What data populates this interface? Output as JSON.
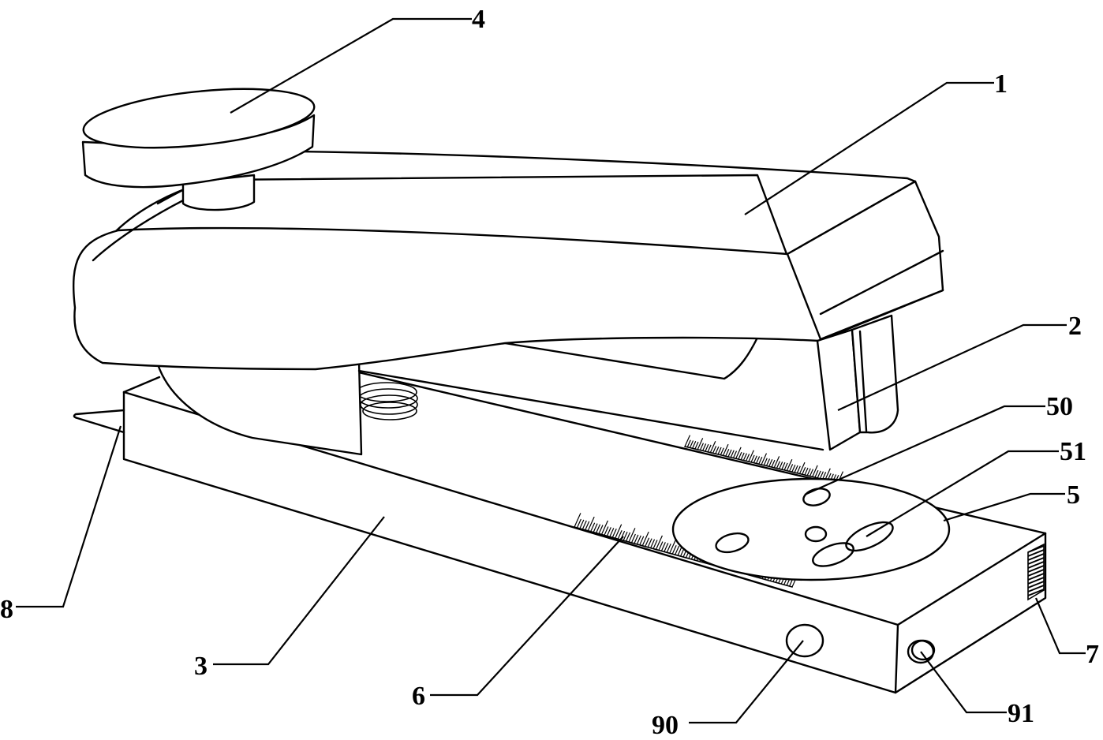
{
  "callouts": [
    {
      "id": "4",
      "text": "4"
    },
    {
      "id": "1",
      "text": "1"
    },
    {
      "id": "2",
      "text": "2"
    },
    {
      "id": "50",
      "text": "50"
    },
    {
      "id": "51",
      "text": "51"
    },
    {
      "id": "5",
      "text": "5"
    },
    {
      "id": "8",
      "text": "8"
    },
    {
      "id": "3",
      "text": "3"
    },
    {
      "id": "6",
      "text": "6"
    },
    {
      "id": "7",
      "text": "7"
    },
    {
      "id": "90",
      "text": "90"
    },
    {
      "id": "91",
      "text": "91"
    }
  ]
}
